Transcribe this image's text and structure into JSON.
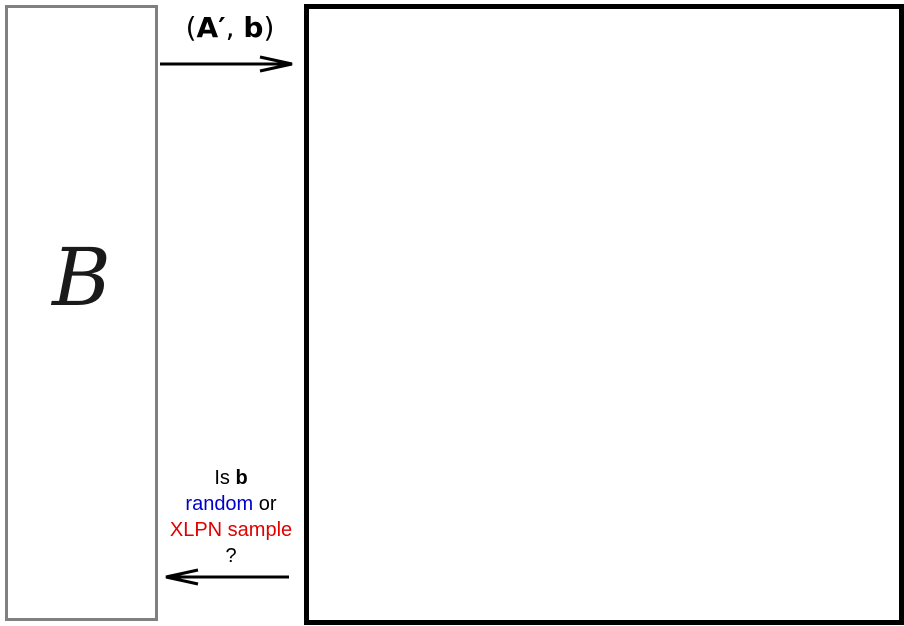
{
  "adversary": {
    "symbol": "B"
  },
  "top_message": {
    "open": "(",
    "a_prime": "A′",
    "comma": ",",
    "b": "b",
    "close": ")"
  },
  "bottom_question": {
    "is": "Is",
    "b": "b",
    "random": "random",
    "or": "or",
    "xlpn": "XLPN sample",
    "qmark": "?"
  },
  "colors": {
    "random": "#0000cc",
    "xlpn": "#e00000",
    "left_border": "#808080",
    "right_border": "#000000"
  }
}
